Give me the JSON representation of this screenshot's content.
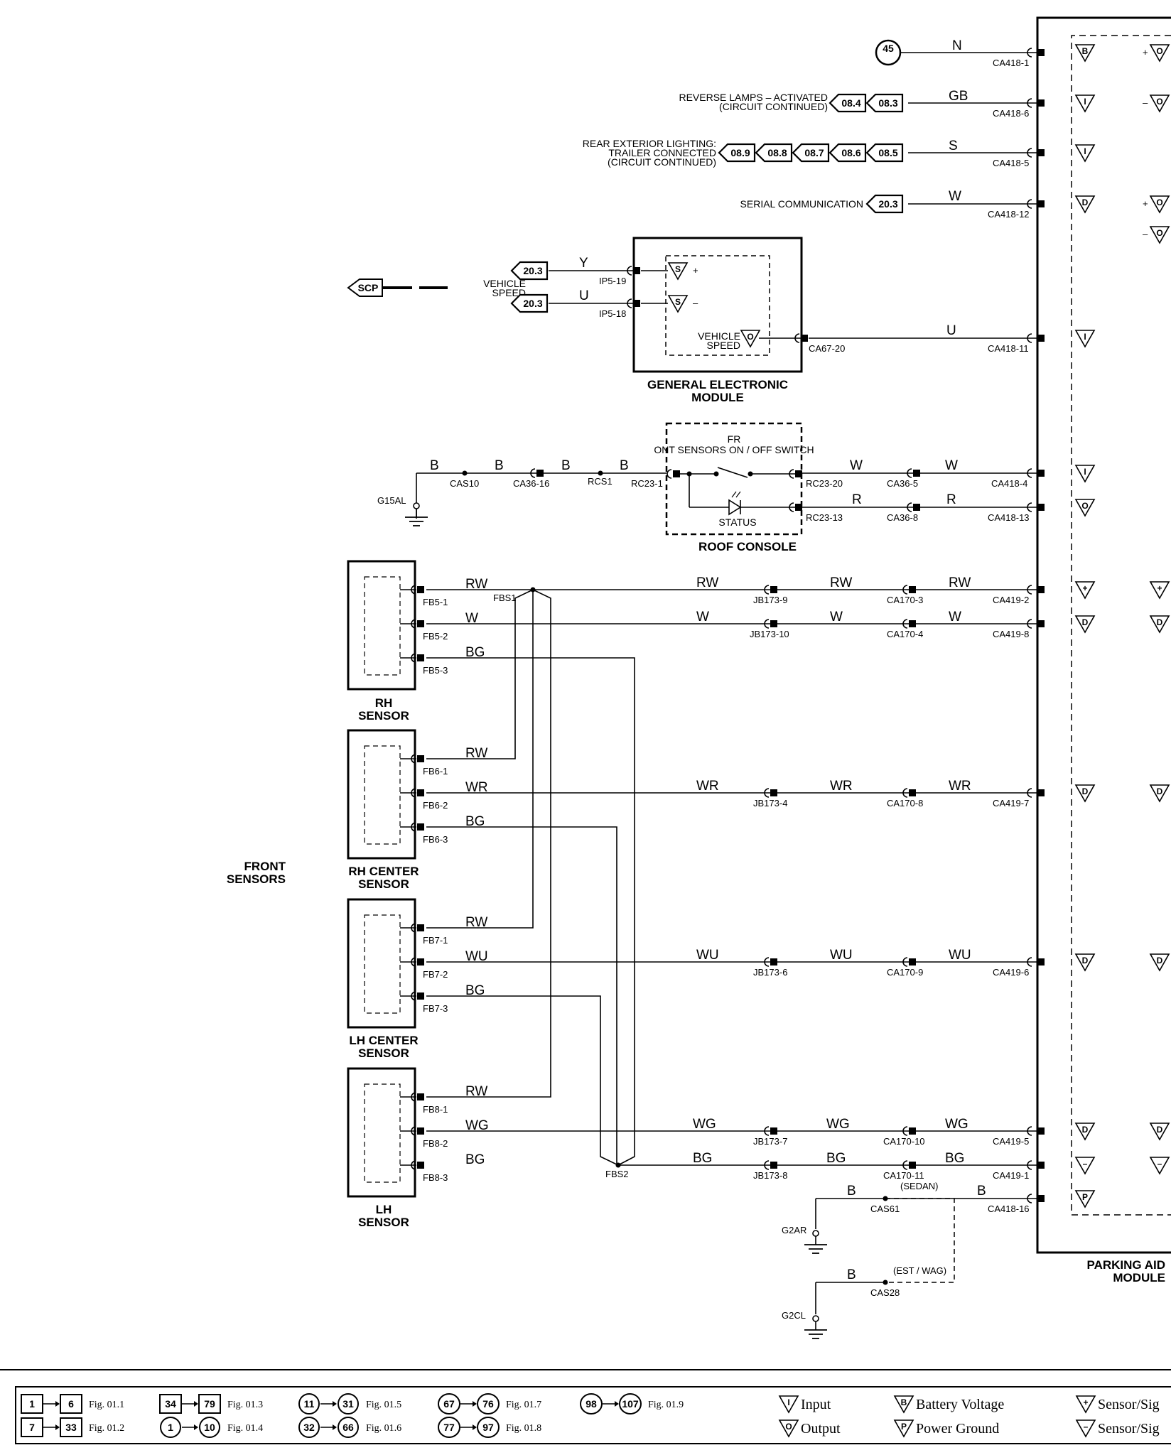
{
  "modules": {
    "parking_aid": "PARKING AID MODULE",
    "gem": "GENERAL ELECTRONIC MODULE",
    "roof_console": "ROOF CONSOLE",
    "front_sensors_switch": "FRONT SENSORS ON / OFF SWITCH",
    "status": "STATUS",
    "vehicle_speed": "VEHICLE SPEED",
    "front_sensors": "FRONT SENSORS",
    "rh_sensor": "RH SENSOR",
    "rh_center_sensor": "RH CENTER SENSOR",
    "lh_center_sensor": "LH CENTER SENSOR",
    "lh_sensor": "LH SENSOR"
  },
  "top_circuits": [
    {
      "label": "",
      "refs": [
        "45"
      ],
      "wire": "N",
      "connector": "CA418-1",
      "symbol": "B"
    },
    {
      "label": "REVERSE LAMPS – ACTIVATED (CIRCUIT CONTINUED)",
      "refs": [
        "08.4",
        "08.3"
      ],
      "wire": "GB",
      "connector": "CA418-6",
      "symbol": "I"
    },
    {
      "label": "REAR EXTERIOR LIGHTING: TRAILER CONNECTED (CIRCUIT CONTINUED)",
      "refs": [
        "08.9",
        "08.8",
        "08.7",
        "08.6",
        "08.5"
      ],
      "wire": "S",
      "connector": "CA418-5",
      "symbol": "I"
    },
    {
      "label": "SERIAL COMMUNICATION",
      "refs": [
        "20.3"
      ],
      "wire": "W",
      "connector": "CA418-12",
      "symbol": "D"
    }
  ],
  "gem_circuit": {
    "scp": "SCP",
    "in_refs": [
      "20.3",
      "20.3"
    ],
    "in_wires": [
      "Y",
      "U"
    ],
    "in_connectors": [
      "IP5-19",
      "IP5-18"
    ],
    "in_symbols": [
      "S",
      "S"
    ],
    "out_wire": "U",
    "out_connector": "CA67-20",
    "pam_connector": "CA418-11",
    "pam_symbol": "I"
  },
  "roof_circuit": {
    "ground": "G15AL",
    "wires_left": [
      "B",
      "B",
      "B",
      "B"
    ],
    "splices_left": [
      "CAS10",
      "CA36-16",
      "RCS1",
      "RC23-1"
    ],
    "switch_connectors": [
      "RC23-20",
      "RC23-13"
    ],
    "wires_right": [
      "W",
      "W",
      "R",
      "R"
    ],
    "inline_connectors": [
      "CA36-5",
      "CA36-8"
    ],
    "pam_connectors": [
      "CA418-4",
      "CA418-13"
    ],
    "pam_symbols": [
      "I",
      "O"
    ]
  },
  "sensor_circuits": {
    "splices": [
      "FBS1",
      "FBS2"
    ],
    "rh": {
      "connectors": [
        "FB5-1",
        "FB5-2",
        "FB5-3"
      ],
      "wires": [
        "RW",
        "W",
        "BG"
      ]
    },
    "rhc": {
      "connectors": [
        "FB6-1",
        "FB6-2",
        "FB6-3"
      ],
      "wires": [
        "RW",
        "WR",
        "BG"
      ]
    },
    "lhc": {
      "connectors": [
        "FB7-1",
        "FB7-2",
        "FB7-3"
      ],
      "wires": [
        "RW",
        "WU",
        "BG"
      ]
    },
    "lh": {
      "connectors": [
        "FB8-1",
        "FB8-2",
        "FB8-3"
      ],
      "wires": [
        "RW",
        "WG",
        "BG"
      ]
    },
    "rows": [
      {
        "w1": "RW",
        "jb": "JB173-9",
        "w2": "RW",
        "ca": "CA170-3",
        "w3": "RW",
        "pam": "CA419-2",
        "symbol": "+"
      },
      {
        "w1": "W",
        "jb": "JB173-10",
        "w2": "W",
        "ca": "CA170-4",
        "w3": "W",
        "pam": "CA419-8",
        "symbol": "D"
      },
      {
        "w1": "WR",
        "jb": "JB173-4",
        "w2": "WR",
        "ca": "CA170-8",
        "w3": "WR",
        "pam": "CA419-7",
        "symbol": "D"
      },
      {
        "w1": "WU",
        "jb": "JB173-6",
        "w2": "WU",
        "ca": "CA170-9",
        "w3": "WU",
        "pam": "CA419-6",
        "symbol": "D"
      },
      {
        "w1": "WG",
        "jb": "JB173-7",
        "w2": "WG",
        "ca": "CA170-10",
        "w3": "WG",
        "pam": "CA419-5",
        "symbol": "D"
      },
      {
        "w1": "BG",
        "jb": "JB173-8",
        "w2": "BG",
        "ca": "CA170-11",
        "w3": "BG",
        "pam": "CA419-1",
        "symbol": "–"
      }
    ]
  },
  "ground_circuit": {
    "pam_connector": "CA418-16",
    "pam_symbol": "P",
    "wire": "B",
    "sedan_splice": "CAS61",
    "sedan_label": "(SEDAN)",
    "sedan_ground": "G2AR",
    "estwag_splice": "CAS28",
    "estwag_label": "(EST / WAG)",
    "estwag_ground": "G2CL"
  },
  "legend": {
    "refs": [
      {
        "from": "1",
        "to": "6",
        "fig": "Fig. 01.1"
      },
      {
        "from": "7",
        "to": "33",
        "fig": "Fig. 01.2"
      },
      {
        "from": "34",
        "to": "79",
        "fig": "Fig. 01.3"
      },
      {
        "from": "1",
        "to": "10",
        "fig": "Fig. 01.4"
      },
      {
        "from": "11",
        "to": "31",
        "fig": "Fig. 01.5"
      },
      {
        "from": "32",
        "to": "66",
        "fig": "Fig. 01.6"
      },
      {
        "from": "67",
        "to": "76",
        "fig": "Fig. 01.7"
      },
      {
        "from": "77",
        "to": "97",
        "fig": "Fig. 01.8"
      },
      {
        "from": "98",
        "to": "107",
        "fig": "Fig. 01.9"
      }
    ],
    "symbols": [
      {
        "sym": "I",
        "label": "Input"
      },
      {
        "sym": "O",
        "label": "Output"
      },
      {
        "sym": "B",
        "label": "Battery Voltage"
      },
      {
        "sym": "P",
        "label": "Power Ground"
      },
      {
        "sym": "+",
        "label": "Sensor/Sig"
      },
      {
        "sym": "–",
        "label": "Sensor/Sig"
      }
    ]
  }
}
